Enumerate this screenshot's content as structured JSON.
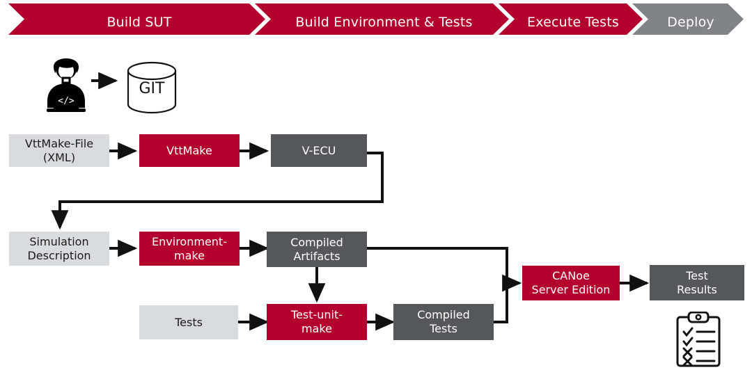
{
  "banner": {
    "phases": [
      {
        "label": "Build SUT",
        "color": "#b4002d"
      },
      {
        "label": "Build Environment & Tests",
        "color": "#b4002d"
      },
      {
        "label": "Execute Tests",
        "color": "#b4002d"
      },
      {
        "label": "Deploy",
        "color": "#808488"
      }
    ]
  },
  "colors": {
    "red": "#b4002d",
    "dark_gray": "#55585b",
    "light_gray": "#d9dcdf",
    "deploy_gray": "#808488",
    "line": "#111111",
    "white": "#ffffff"
  },
  "icons": {
    "developer": {
      "name": "developer-laptop-icon",
      "code_glyph": "</>"
    },
    "repository": {
      "name": "git-database-icon",
      "label": "GIT"
    },
    "report": {
      "name": "test-report-clipboard-icon",
      "marks": [
        "check",
        "check",
        "cross",
        "cross"
      ]
    }
  },
  "nodes": [
    {
      "id": "vttmake-file",
      "label": "VttMake-File\n(XML)",
      "style": "light"
    },
    {
      "id": "vttmake",
      "label": "VttMake",
      "style": "red"
    },
    {
      "id": "v-ecu",
      "label": "V-ECU",
      "style": "dark"
    },
    {
      "id": "simulation-description",
      "label": "Simulation\nDescription",
      "style": "light"
    },
    {
      "id": "environment-make",
      "label": "Environment-\nmake",
      "style": "red"
    },
    {
      "id": "compiled-artifacts",
      "label": "Compiled\nArtifacts",
      "style": "dark"
    },
    {
      "id": "tests",
      "label": "Tests",
      "style": "light"
    },
    {
      "id": "test-unit-make",
      "label": "Test-unit-\nmake",
      "style": "red"
    },
    {
      "id": "compiled-tests",
      "label": "Compiled\nTests",
      "style": "dark"
    },
    {
      "id": "canoe-server-edition",
      "label": "CANoe\nServer Edition",
      "style": "red"
    },
    {
      "id": "test-results",
      "label": "Test\nResults",
      "style": "dark"
    }
  ]
}
